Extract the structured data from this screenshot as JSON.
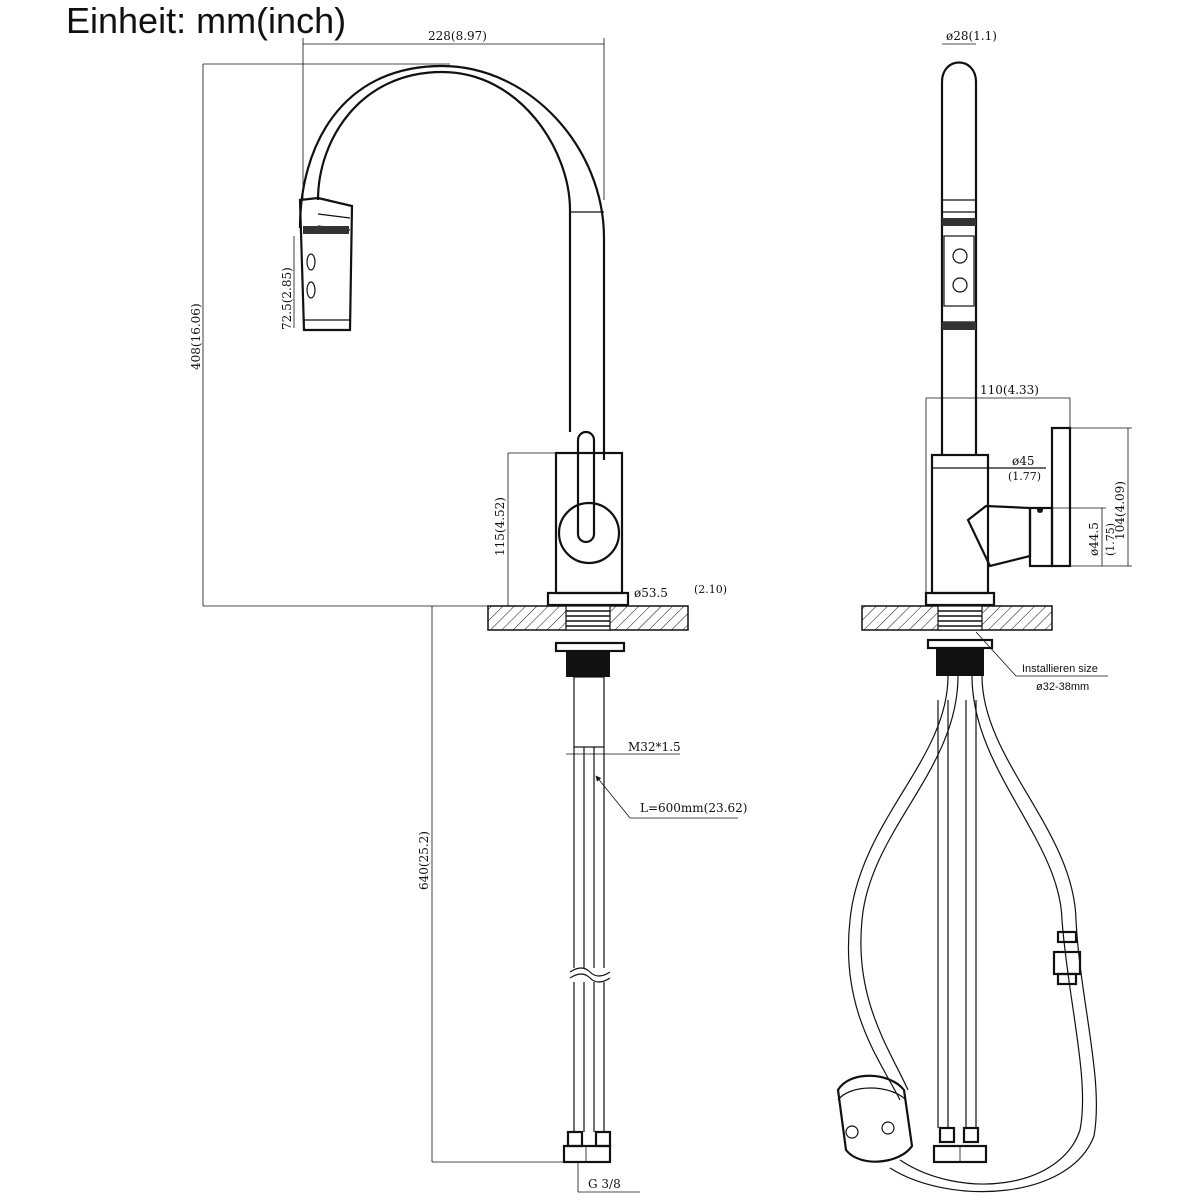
{
  "title": "Einheit: mm(inch)",
  "left_view": {
    "dim_width": "228(8.97)",
    "dim_height": "408(16.06)",
    "dim_spray": "72.5(2.85)",
    "dim_body": "115(4.52)",
    "dim_base": "ø53.5",
    "dim_base_inch": "(2.10)",
    "dim_thread": "M32*1.5",
    "dim_hose": "L=600mm(23.62)",
    "dim_below": "640(25.2)",
    "dim_conn": "G 3/8"
  },
  "right_view": {
    "dim_spout_dia": "ø28(1.1)",
    "dim_handle_reach": "110(4.33)",
    "dim_body_dia": "ø45",
    "dim_body_dia_inch": "(1.77)",
    "dim_handle_dia": "ø44.5",
    "dim_handle_dia_inch": "(1.75)",
    "dim_handle_height": "104(4.09)",
    "install_label": "Installieren size",
    "install_range": "ø32-38mm"
  }
}
